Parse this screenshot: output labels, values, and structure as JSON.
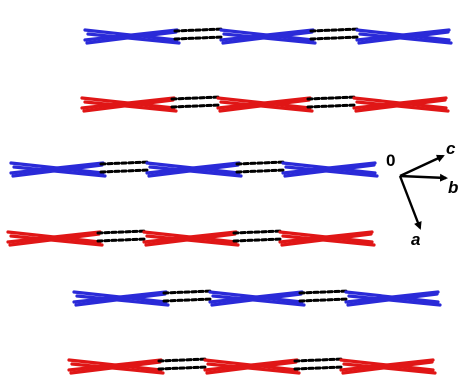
{
  "colors": {
    "layer_a": "#2a2ad8",
    "layer_b": "#e01616",
    "contact": "#000000",
    "axes": "#000000",
    "background": "#ffffff"
  },
  "layers": [
    {
      "color_key": "layer_a"
    },
    {
      "color_key": "layer_b"
    },
    {
      "color_key": "layer_a"
    },
    {
      "color_key": "layer_b"
    },
    {
      "color_key": "layer_a"
    },
    {
      "color_key": "layer_b"
    }
  ],
  "axes": {
    "origin_label": "0",
    "labels": {
      "c": "c",
      "b": "b",
      "a": "a"
    }
  }
}
